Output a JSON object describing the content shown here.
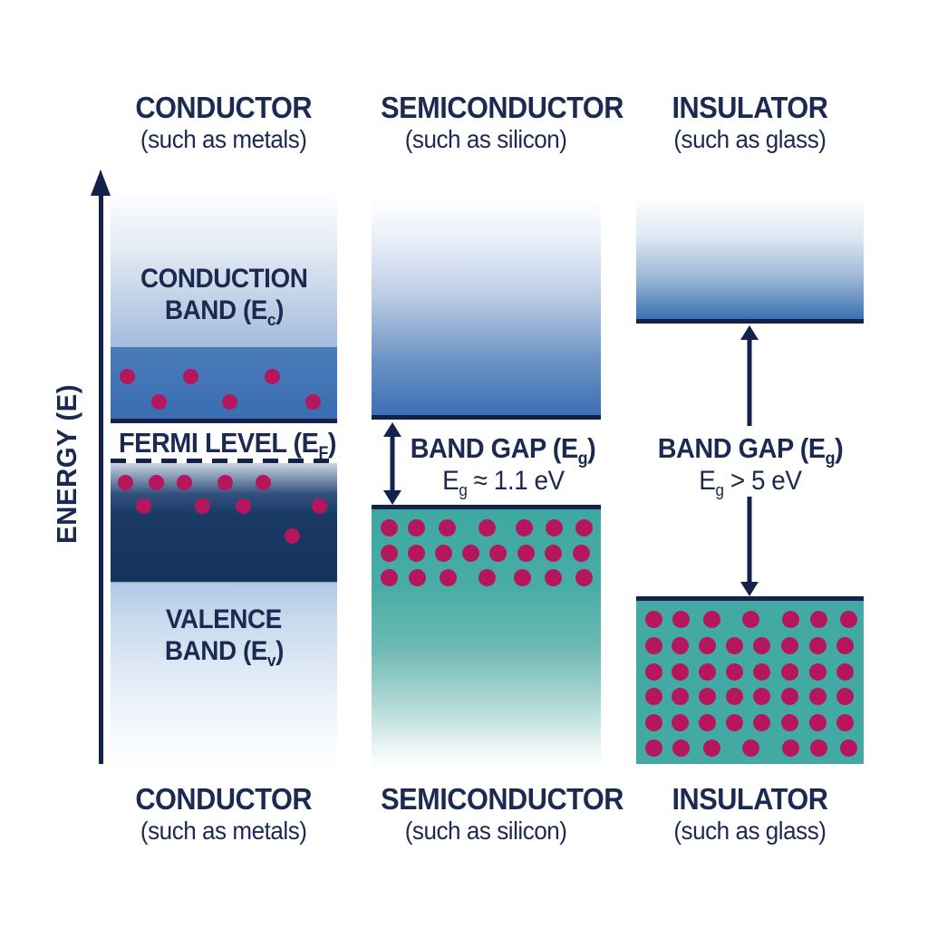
{
  "palette": {
    "navy_text": "#1c2a52",
    "navy_line": "#13224a",
    "conductor_blue": "#4377bb",
    "dark_band_navy": "#16355f",
    "teal": "#42aaa3",
    "dot_crimson": "#b5165c"
  },
  "axis": {
    "label": "ENERGY (E)"
  },
  "columns": {
    "conductor": {
      "title": "CONDUCTOR",
      "subtitle": "(such as metals)",
      "conduction_band": {
        "line1": "CONDUCTION",
        "line2_pre": "BAND (E",
        "sub": "c",
        "post": ")"
      },
      "fermi": {
        "pre": "FERMI LEVEL (E",
        "sub": "F",
        "post": ")"
      },
      "valence": {
        "line1": "VALENCE",
        "line2_pre": "BAND (E",
        "sub": "v",
        "post": ")"
      }
    },
    "semiconductor": {
      "title": "SEMICONDUCTOR",
      "subtitle": "(such as silicon)",
      "band_gap": {
        "line1_pre": "BAND GAP (E",
        "line1_sub": "g",
        "line1_post": ")",
        "line2_pre": "E",
        "line2_sub": "g",
        "line2_post": " ≈ 1.1 eV"
      }
    },
    "insulator": {
      "title": "INSULATOR",
      "subtitle": "(such as glass)",
      "band_gap": {
        "line1_pre": "BAND GAP (E",
        "line1_sub": "g",
        "line1_post": ")",
        "line2_pre": "E",
        "line2_sub": "g",
        "line2_post": " > 5 eV"
      }
    }
  },
  "dots": {
    "color": "#b5165c",
    "groups": [
      {
        "name": "conductor-conduction-electron",
        "diameter": 17,
        "points": [
          [
            140,
            415
          ],
          [
            210,
            415
          ],
          [
            300,
            415
          ],
          [
            175,
            443
          ],
          [
            253,
            443
          ],
          [
            345,
            443
          ]
        ]
      },
      {
        "name": "conductor-valence-electron",
        "diameter": 17,
        "points": [
          [
            138,
            532
          ],
          [
            172,
            532
          ],
          [
            203,
            532
          ],
          [
            248,
            532
          ],
          [
            290,
            532
          ],
          [
            158,
            558
          ],
          [
            223,
            558
          ],
          [
            268,
            558
          ],
          [
            352,
            558
          ],
          [
            322,
            591
          ]
        ]
      },
      {
        "name": "semiconductor-valence-electron",
        "diameter": 19,
        "points": [
          [
            429,
            582
          ],
          [
            459,
            582
          ],
          [
            493,
            582
          ],
          [
            537,
            582
          ],
          [
            578,
            582
          ],
          [
            611,
            582
          ],
          [
            644,
            582
          ],
          [
            429,
            610
          ],
          [
            459,
            610
          ],
          [
            489,
            610
          ],
          [
            519,
            610
          ],
          [
            549,
            610
          ],
          [
            580,
            610
          ],
          [
            610,
            610
          ],
          [
            641,
            610
          ],
          [
            429,
            637
          ],
          [
            460,
            637
          ],
          [
            494,
            637
          ],
          [
            537,
            637
          ],
          [
            576,
            637
          ],
          [
            610,
            637
          ],
          [
            644,
            637
          ]
        ]
      },
      {
        "name": "insulator-valence-electron",
        "diameter": 19,
        "points": [
          [
            721,
            683
          ],
          [
            751,
            683
          ],
          [
            785,
            683
          ],
          [
            828,
            683
          ],
          [
            872,
            683
          ],
          [
            903,
            683
          ],
          [
            936,
            683
          ],
          [
            721,
            712
          ],
          [
            750,
            712
          ],
          [
            780,
            712
          ],
          [
            810,
            712
          ],
          [
            840,
            712
          ],
          [
            871,
            712
          ],
          [
            902,
            712
          ],
          [
            932,
            712
          ],
          [
            721,
            741
          ],
          [
            750,
            741
          ],
          [
            780,
            741
          ],
          [
            810,
            741
          ],
          [
            840,
            741
          ],
          [
            871,
            741
          ],
          [
            902,
            741
          ],
          [
            932,
            741
          ],
          [
            721,
            768
          ],
          [
            750,
            768
          ],
          [
            780,
            768
          ],
          [
            810,
            768
          ],
          [
            840,
            768
          ],
          [
            871,
            768
          ],
          [
            902,
            768
          ],
          [
            932,
            768
          ],
          [
            721,
            797
          ],
          [
            750,
            797
          ],
          [
            780,
            797
          ],
          [
            810,
            797
          ],
          [
            840,
            797
          ],
          [
            871,
            797
          ],
          [
            902,
            797
          ],
          [
            932,
            797
          ],
          [
            721,
            825
          ],
          [
            751,
            825
          ],
          [
            785,
            825
          ],
          [
            828,
            825
          ],
          [
            872,
            825
          ],
          [
            903,
            825
          ],
          [
            936,
            825
          ]
        ]
      }
    ]
  }
}
